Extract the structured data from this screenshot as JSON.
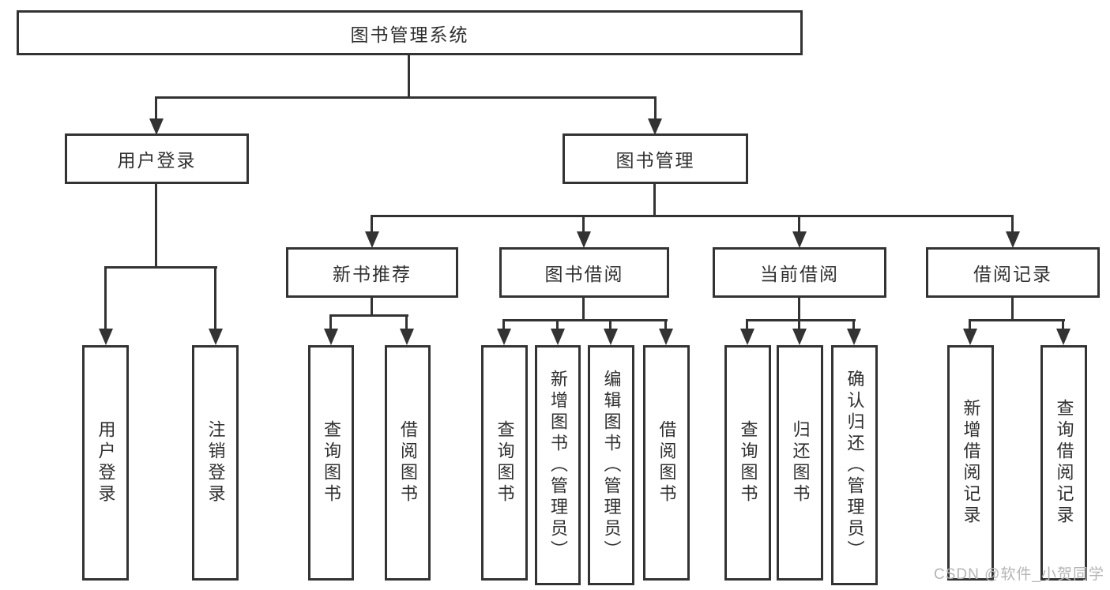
{
  "diagram": {
    "title_node": {
      "label": "图书管理系统"
    },
    "level2": [
      {
        "label": "用户登录"
      },
      {
        "label": "图书管理"
      }
    ],
    "level3": [
      {
        "label": "新书推荐"
      },
      {
        "label": "图书借阅"
      },
      {
        "label": "当前借阅"
      },
      {
        "label": "借阅记录"
      }
    ],
    "leaves": [
      {
        "label": "用户登录"
      },
      {
        "label": "注销登录"
      },
      {
        "label": "查询图书"
      },
      {
        "label": "借阅图书"
      },
      {
        "label": "查询图书"
      },
      {
        "label": "新增图书（管理员）"
      },
      {
        "label": "编辑图书（管理员）"
      },
      {
        "label": "借阅图书"
      },
      {
        "label": "查询图书"
      },
      {
        "label": "归还图书"
      },
      {
        "label": "确认归还（管理员）"
      },
      {
        "label": "新增借阅记录"
      },
      {
        "label": "查询借阅记录"
      }
    ]
  },
  "watermark": {
    "text": "CSDN @软件_小贺同学"
  },
  "colors": {
    "line": "#333333",
    "box_background": "#ffffff",
    "text": "#2f2f2f",
    "watermark": "#b5b5b5",
    "page_background": "#ffffff"
  }
}
